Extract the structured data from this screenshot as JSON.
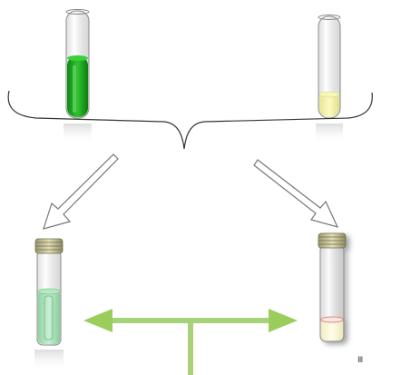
{
  "diagram": {
    "tubes": [
      {
        "id": "green-solution-tube",
        "fill_color": "#1fae1f",
        "fill_level": 0.5,
        "capped": false
      },
      {
        "id": "yellow-solution-tube",
        "fill_color": "#f4f3a8",
        "fill_level": 0.18,
        "capped": false
      },
      {
        "id": "light-green-capped-tube",
        "fill_color": "#a9e0b9",
        "fill_level": 0.55,
        "capped": true
      },
      {
        "id": "layered-capped-tube",
        "fill_color": "#fbf8d8",
        "fill_level": 0.25,
        "capped": true,
        "interface_color": "#e08a8a"
      }
    ],
    "colors": {
      "arrow_outline": "#777777",
      "double_arrow": "#9acd5c",
      "brace": "#333333"
    },
    "corner_mark": "Ⅲ"
  }
}
